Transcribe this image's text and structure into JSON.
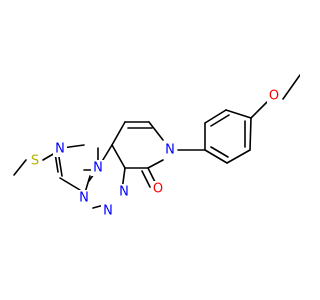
{
  "structure": {
    "type": "skeletal-formula",
    "atom_colors": {
      "C": "#000000",
      "N": "#0000ff",
      "O": "#ff0000",
      "S": "#b2b200"
    }
  },
  "atoms": [
    {
      "id": "o_methoxy",
      "label": "O",
      "element": "O"
    },
    {
      "id": "n_ring_pyridone",
      "label": "N",
      "element": "N"
    },
    {
      "id": "o_carbonyl",
      "label": "O",
      "element": "O"
    },
    {
      "id": "n_triazole_bridge",
      "label": "N",
      "element": "N"
    },
    {
      "id": "n_triazole_top",
      "label": "N",
      "element": "N"
    },
    {
      "id": "s_thioether",
      "label": "S",
      "element": "S"
    },
    {
      "id": "n_triazole_bottom",
      "label": "N",
      "element": "N"
    },
    {
      "id": "n_triazine_1",
      "label": "N",
      "element": "N"
    },
    {
      "id": "n_triazine_2",
      "label": "N",
      "element": "N"
    }
  ]
}
